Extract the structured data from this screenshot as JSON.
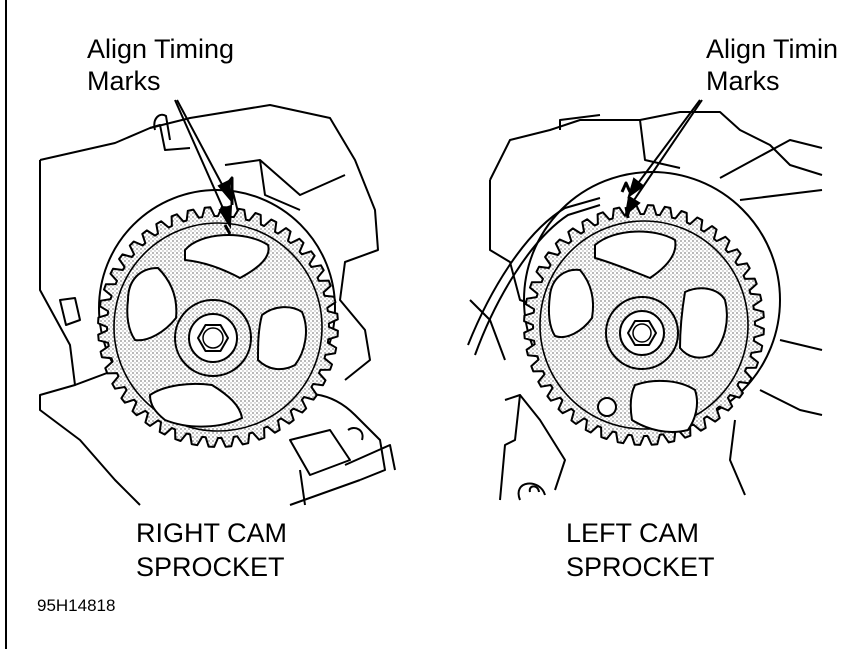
{
  "diagram": {
    "right_panel": {
      "callout_line1": "Align Timing",
      "callout_line2": "Marks",
      "caption_line1": "RIGHT CAM",
      "caption_line2": "SPROCKET"
    },
    "left_panel": {
      "callout_line1": "Align Timin",
      "callout_line2": "Marks",
      "caption_line1": "LEFT CAM",
      "caption_line2": "SPROCKET"
    },
    "figure_code": "95H14818"
  },
  "colors": {
    "ink": "#000000",
    "paper": "#ffffff",
    "sprocket_shade": "#c8c8c8"
  }
}
